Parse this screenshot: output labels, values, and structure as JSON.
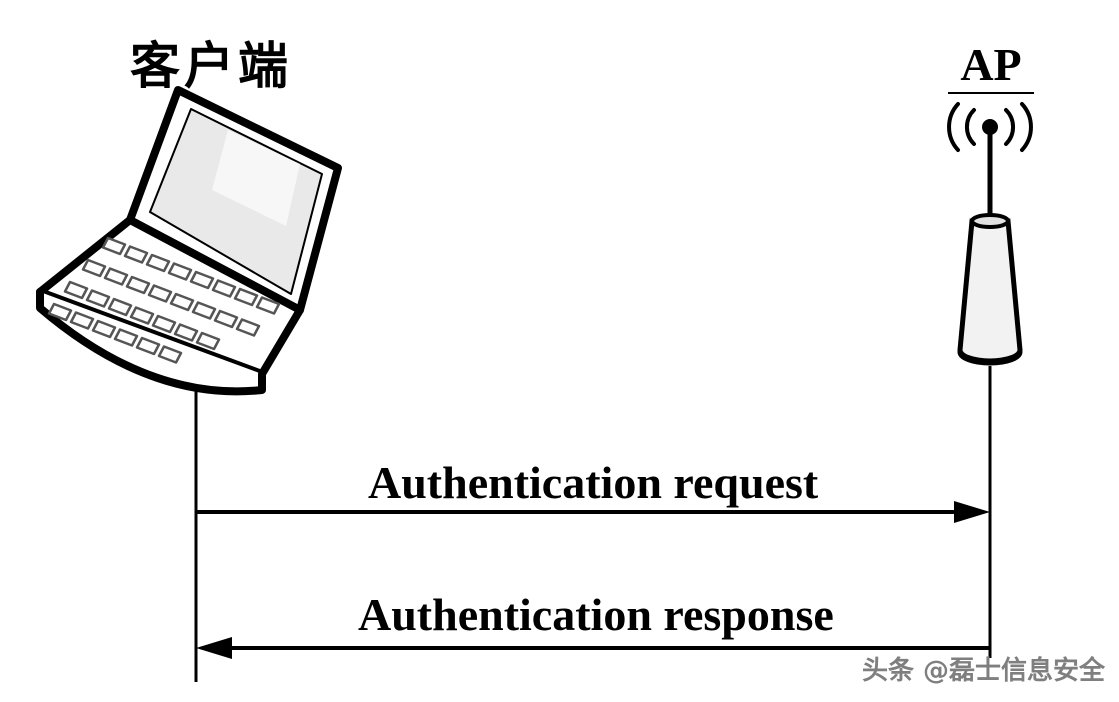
{
  "diagram": {
    "client_label": "客户端",
    "ap_label": "AP",
    "messages": [
      {
        "id": "request",
        "label": "Authentication request",
        "from": "client",
        "to": "ap"
      },
      {
        "id": "response",
        "label": "Authentication response",
        "from": "ap",
        "to": "client"
      }
    ],
    "watermark": "头条 @磊士信息安全"
  },
  "colors": {
    "ink": "#000000",
    "watermark": "#7f7f7f",
    "background": "#ffffff"
  }
}
